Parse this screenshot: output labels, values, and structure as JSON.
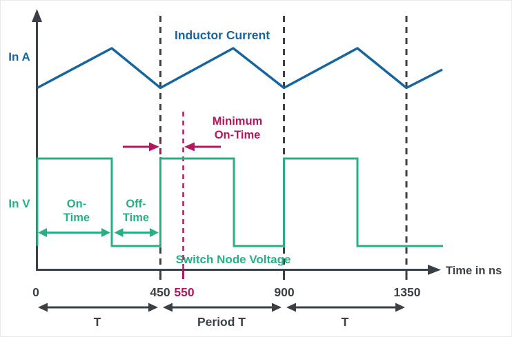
{
  "figure": {
    "type": "timing-diagram",
    "description": "Switching regulator waveforms showing inductor current ripple and switch node voltage with minimum on-time highlighted",
    "series": [
      {
        "name": "Inductor Current",
        "color": "#17659f",
        "waveform": "triangle",
        "valleys_ns": [
          0,
          450,
          900,
          1350
        ],
        "peaks_ns": [
          275,
          720,
          1170
        ]
      },
      {
        "name": "Switch Node Voltage",
        "color": "#27b087",
        "waveform": "square",
        "high_intervals_ns": [
          [
            0,
            275
          ],
          [
            450,
            720
          ],
          [
            900,
            1170
          ]
        ]
      }
    ],
    "x_axis": {
      "label": "Time in ns",
      "ticks": [
        "0",
        "450",
        "550",
        "900",
        "1350"
      ]
    },
    "highlight": {
      "name": "Minimum On-Time",
      "from_ns": 450,
      "to_ns": 550
    }
  },
  "colors": {
    "current_blue": "#17659f",
    "voltage_green": "#27b087",
    "highlight_crimson": "#b2185c",
    "axis_dark": "#3b4047",
    "background": "#ffffff"
  },
  "labels": {
    "in_a": "In A",
    "in_v": "In V",
    "inductor_current": "Inductor Current",
    "switch_node_voltage": "Switch Node Voltage",
    "minimum_1": "Minimum",
    "minimum_2": "On-Time",
    "on_1": "On-",
    "on_2": "Time",
    "off_1": "Off-",
    "off_2": "Time",
    "time_in_ns": "Time in ns",
    "t_left": "T",
    "period_t": "Period T",
    "t_right": "T"
  },
  "ticks": [
    {
      "label": "0",
      "color": "#3b4047"
    },
    {
      "label": "450",
      "color": "#3b4047"
    },
    {
      "label": "550",
      "color": "#b2185c"
    },
    {
      "label": "900",
      "color": "#3b4047"
    },
    {
      "label": "1350",
      "color": "#3b4047"
    }
  ]
}
